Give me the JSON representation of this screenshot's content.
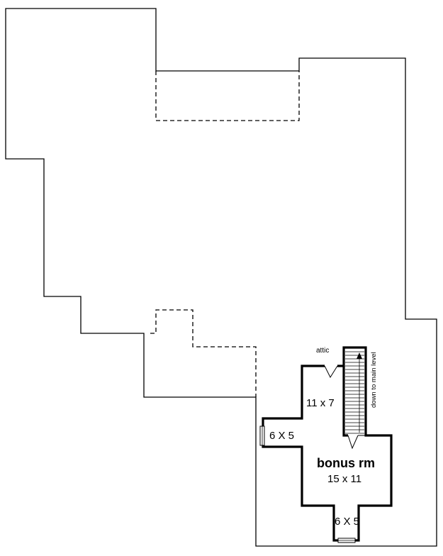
{
  "plan": {
    "attic_label": "attic",
    "stair_label": "down to main level",
    "room_small_top": "11 x 7",
    "room_left": "6 X 5",
    "bonus_name": "bonus rm",
    "bonus_size": "15 x 11",
    "room_bottom": "6 X 5"
  }
}
